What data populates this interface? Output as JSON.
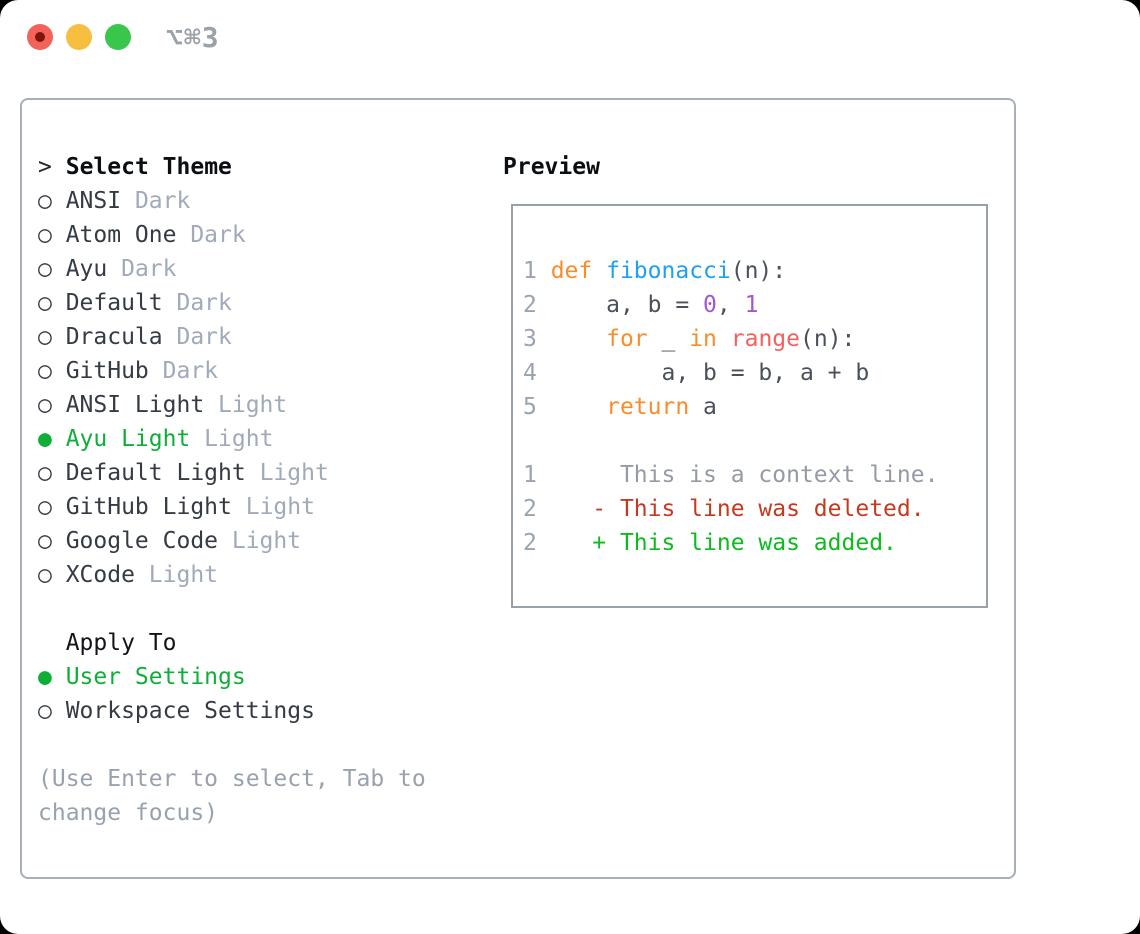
{
  "titlebar": {
    "title": "⌥⌘3",
    "lights": [
      "close",
      "minimize",
      "zoom"
    ]
  },
  "markers": {
    "selected": "●",
    "unselected": "○",
    "header": ">"
  },
  "theme_list": {
    "header": "Select Theme",
    "items": [
      {
        "name": "ANSI",
        "tag": "Dark",
        "selected": false
      },
      {
        "name": "Atom One",
        "tag": "Dark",
        "selected": false
      },
      {
        "name": "Ayu",
        "tag": "Dark",
        "selected": false
      },
      {
        "name": "Default",
        "tag": "Dark",
        "selected": false
      },
      {
        "name": "Dracula",
        "tag": "Dark",
        "selected": false
      },
      {
        "name": "GitHub",
        "tag": "Dark",
        "selected": false
      },
      {
        "name": "ANSI Light",
        "tag": "Light",
        "selected": false
      },
      {
        "name": "Ayu Light",
        "tag": "Light",
        "selected": true
      },
      {
        "name": "Default Light",
        "tag": "Light",
        "selected": false
      },
      {
        "name": "GitHub Light",
        "tag": "Light",
        "selected": false
      },
      {
        "name": "Google Code",
        "tag": "Light",
        "selected": false
      },
      {
        "name": "XCode",
        "tag": "Light",
        "selected": false
      }
    ]
  },
  "apply_to": {
    "header": "Apply To",
    "options": [
      {
        "name": "User Settings",
        "selected": true
      },
      {
        "name": "Workspace Settings",
        "selected": false
      }
    ]
  },
  "footer_hint": "(Use Enter to select, Tab to change focus)",
  "preview": {
    "header": "Preview",
    "code_lines": [
      {
        "no": "1",
        "tokens": [
          {
            "t": "def",
            "c": "kw"
          },
          {
            "t": " "
          },
          {
            "t": "fibonacci",
            "c": "fn"
          },
          {
            "t": "(n):"
          }
        ]
      },
      {
        "no": "2",
        "tokens": [
          {
            "t": "    a, b = "
          },
          {
            "t": "0",
            "c": "num"
          },
          {
            "t": ", "
          },
          {
            "t": "1",
            "c": "num"
          }
        ]
      },
      {
        "no": "3",
        "tokens": [
          {
            "t": "    "
          },
          {
            "t": "for",
            "c": "kw"
          },
          {
            "t": " _ "
          },
          {
            "t": "in",
            "c": "kw"
          },
          {
            "t": " "
          },
          {
            "t": "range",
            "c": "call"
          },
          {
            "t": "(n):"
          }
        ]
      },
      {
        "no": "4",
        "tokens": [
          {
            "t": "        a, b = b, a + b"
          }
        ]
      },
      {
        "no": "5",
        "tokens": [
          {
            "t": "    "
          },
          {
            "t": "return",
            "c": "kw"
          },
          {
            "t": " a"
          }
        ]
      }
    ],
    "diff_lines": [
      {
        "no": "1",
        "type": "context",
        "text": "     This is a context line."
      },
      {
        "no": "2",
        "type": "deleted",
        "text": "   - This line was deleted."
      },
      {
        "no": "2",
        "type": "added",
        "text": "   + This line was added."
      }
    ]
  },
  "colors": {
    "selected_green": "#0fae38",
    "tag_gray": "#a0aab8",
    "item_text": "#343b44",
    "hint_gray": "#98a2ae",
    "keyword_orange": "#f98c2b",
    "function_blue": "#219ff1",
    "builtin_coral": "#f55f5f",
    "number_purple": "#a257cf",
    "diff_deleted_red": "#c33a21",
    "diff_added_green": "#0cbb1d",
    "traffic_red": "#f4635a",
    "traffic_yellow": "#f6bf41",
    "traffic_green": "#38c74b",
    "panel_border": "#a8afb9"
  }
}
